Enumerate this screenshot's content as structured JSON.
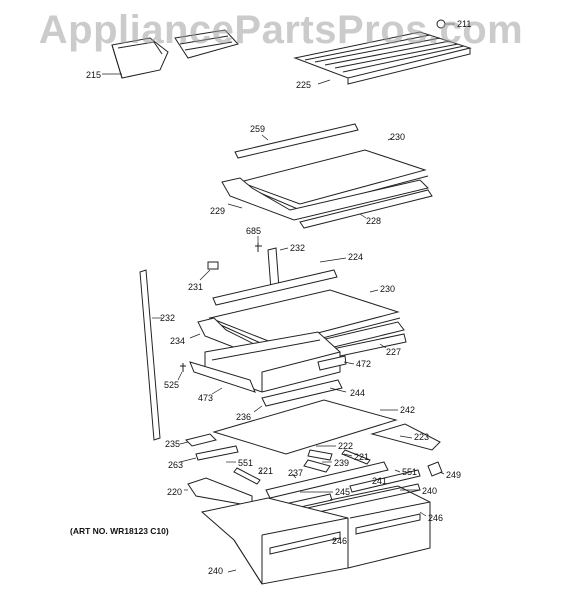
{
  "watermark": "AppliancePartsPros.com",
  "art_no": "(ART NO. WR18123 C10)",
  "callouts": {
    "c211": "211",
    "c215": "215",
    "c225": "225",
    "c259": "259",
    "c230a": "230",
    "c229": "229",
    "c228": "228",
    "c685": "685",
    "c232a": "232",
    "c224": "224",
    "c231": "231",
    "c230b": "230",
    "c232b": "232",
    "c234": "234",
    "c227": "227",
    "c472": "472",
    "c525": "525",
    "c473": "473",
    "c244": "244",
    "c236": "236",
    "c242": "242",
    "c223": "223",
    "c235": "235",
    "c222": "222",
    "c221a": "221",
    "c263": "263",
    "c551a": "551",
    "c239": "239",
    "c221b": "221",
    "c249": "249",
    "c237": "237",
    "c551b": "551",
    "c241": "241",
    "c220": "220",
    "c245": "245",
    "c240a": "240",
    "c246a": "246",
    "c246b": "246",
    "c240b": "240"
  },
  "colors": {
    "line": "#222222",
    "watermark": "#a0a0a0"
  }
}
